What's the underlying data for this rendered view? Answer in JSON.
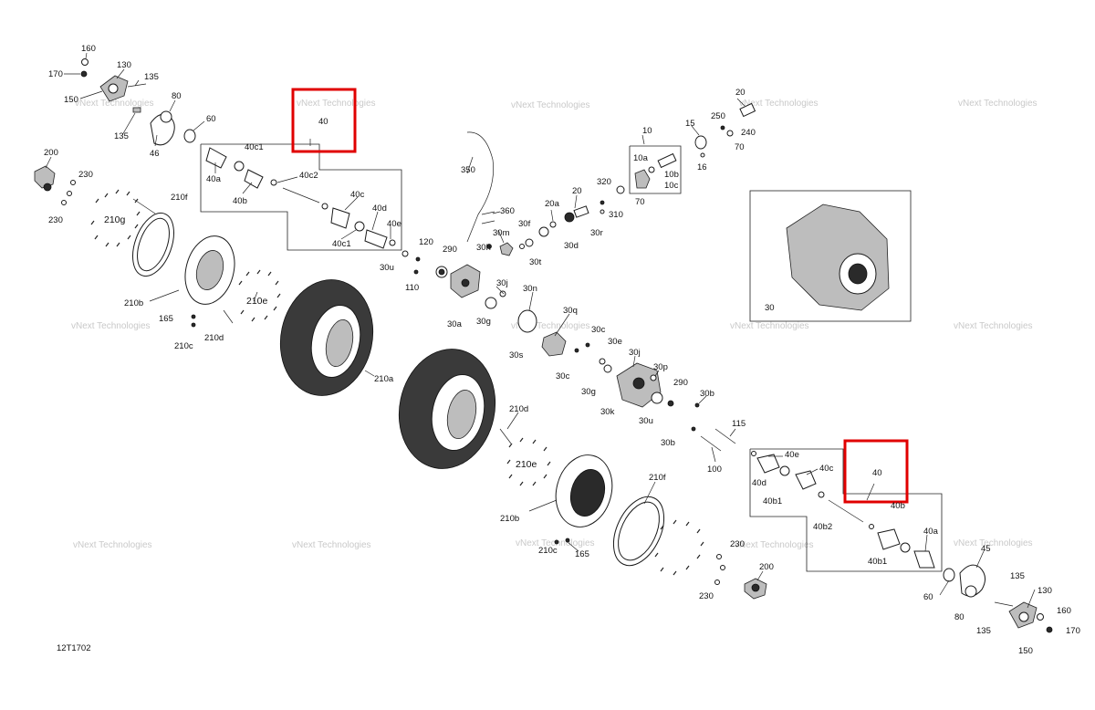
{
  "diagram_id": "12T1702",
  "watermark": "vNext Technologies",
  "highlight_color": "#e00000",
  "highlighted_part": "40",
  "labels": {
    "p160a": "160",
    "p170a": "170",
    "p130a": "130",
    "p135a": "135",
    "p150a": "150",
    "p135b": "135",
    "p80a": "80",
    "p60a": "60",
    "p46": "46",
    "p200a": "200",
    "p230a": "230",
    "p230b": "230",
    "p210g": "210g",
    "p210f_a": "210f",
    "p210b_a": "210b",
    "p210e_a": "210e",
    "p165a": "165",
    "p210c_a": "210c",
    "p210d_a": "210d",
    "p40_top": "40",
    "p40c1a": "40c1",
    "p40a_l": "40a",
    "p40b_l": "40b",
    "p40c2": "40c2",
    "p40c_l": "40c",
    "p40d_l": "40d",
    "p40e_l": "40e",
    "p40c1b": "40c1",
    "p30u_a": "30u",
    "p120": "120",
    "p110": "110",
    "p290a": "290",
    "p350": "350",
    "p360": "360",
    "p30h": "30h",
    "p30m": "30m",
    "p30t": "30t",
    "p30f": "30f",
    "p20a": "20a",
    "p30d": "30d",
    "p20b": "20",
    "p30r": "30r",
    "p320": "320",
    "p310": "310",
    "p70a": "70",
    "p10": "10",
    "p10a": "10a",
    "p10b": "10b",
    "p10c": "10c",
    "p15": "15",
    "p16": "16",
    "p250": "250",
    "p240": "240",
    "p20c": "20",
    "p70b": "70",
    "p30box": "30",
    "p30a": "30a",
    "p30g_a": "30g",
    "p30j_a": "30j",
    "p30n": "30n",
    "p30s": "30s",
    "p30q": "30q",
    "p30c_a": "30c",
    "p30c_b": "30c",
    "p30e": "30e",
    "p30g_b": "30g",
    "p30j_b": "30j",
    "p30p": "30p",
    "p290b": "290",
    "p30k": "30k",
    "p30u_b": "30u",
    "p30b_a": "30b",
    "p30b_b": "30b",
    "p115": "115",
    "p100": "100",
    "p210a": "210a",
    "p210d_b": "210d",
    "p210e_b": "210e",
    "p210b_b": "210b",
    "p210c_b": "210c",
    "p165b": "165",
    "p210f_b": "210f",
    "p40e_r": "40e",
    "p40d_r": "40d",
    "p40c_r": "40c",
    "p40_bottom": "40",
    "p40b1a": "40b1",
    "p40b2": "40b2",
    "p40b_r": "40b",
    "p40a_r": "40a",
    "p40b1b": "40b1",
    "p230c": "230",
    "p230d": "230",
    "p200b": "200",
    "p45": "45",
    "p60b": "60",
    "p135c": "135",
    "p130b": "130",
    "p80b": "80",
    "p135d": "135",
    "p160b": "160",
    "p170b": "170",
    "p150b": "150"
  }
}
